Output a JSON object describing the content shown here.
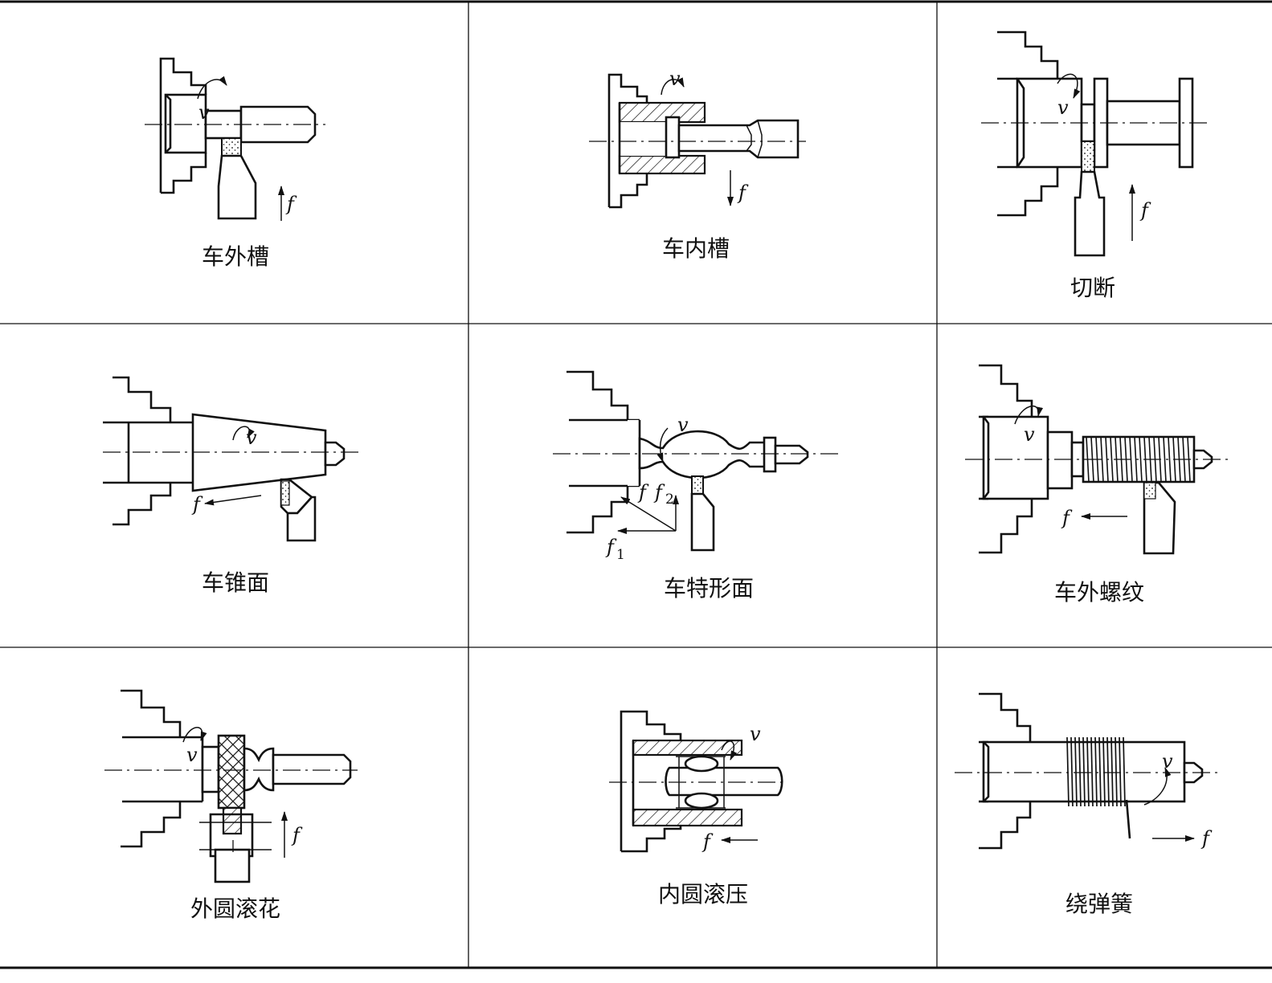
{
  "operations": [
    {
      "id": "outer-groove",
      "caption": "车外槽",
      "symbols": [
        "v",
        "f"
      ]
    },
    {
      "id": "inner-groove",
      "caption": "车内槽",
      "symbols": [
        "v",
        "f"
      ]
    },
    {
      "id": "cut-off",
      "caption": "切断",
      "symbols": [
        "v",
        "f"
      ]
    },
    {
      "id": "taper",
      "caption": "车锥面",
      "symbols": [
        "v",
        "f"
      ]
    },
    {
      "id": "form-surface",
      "caption": "车特形面",
      "symbols": [
        "v",
        "f",
        "f2",
        "f1"
      ]
    },
    {
      "id": "outer-thread",
      "caption": "车外螺纹",
      "symbols": [
        "v",
        "f"
      ]
    },
    {
      "id": "knurling",
      "caption": "外圆滚花",
      "symbols": [
        "v",
        "f"
      ]
    },
    {
      "id": "inner-rolling",
      "caption": "内圆滚压",
      "symbols": [
        "v",
        "f"
      ]
    },
    {
      "id": "spring-winding",
      "caption": "绕弹簧",
      "symbols": [
        "v",
        "f"
      ]
    }
  ],
  "labels": {
    "velocity": "v",
    "feed": "f",
    "feed1": "f",
    "feed1_sub": "1",
    "feed2": "f",
    "feed2_sub": "2"
  },
  "colors": {
    "line": "#111111",
    "background": "#ffffff"
  }
}
